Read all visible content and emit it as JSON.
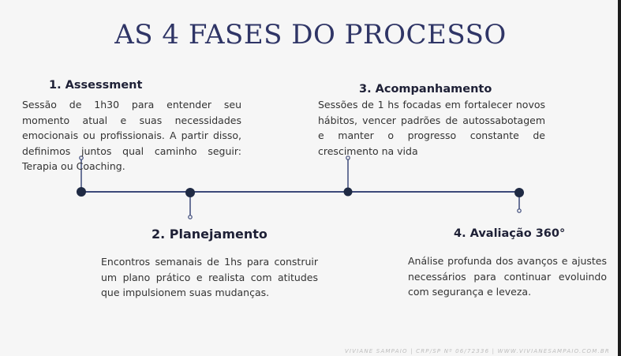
{
  "title": "AS 4 FASES DO PROCESSO",
  "phases": [
    {
      "heading": "1. Assessment",
      "text": "Sessão de 1h30 para entender seu momento atual e suas necessidades emocionais ou profissionais. A partir disso, definimos juntos qual caminho seguir: Terapia ou Coaching."
    },
    {
      "heading": "2. Planejamento",
      "text": "Encontros semanais de 1hs para construir um plano prático e realista com atitudes que impulsionem suas mudanças."
    },
    {
      "heading": "3. Acompanhamento",
      "text": "Sessões de 1 hs focadas em fortalecer novos hábitos, vencer padrões de autossabotagem e manter o progresso constante de crescimento na vida"
    },
    {
      "heading": "4. Avaliação 360°",
      "text": "Análise profunda dos avanços e ajustes necessários para continuar evoluindo com segurança e leveza."
    }
  ],
  "footer": "VIVIANE SAMPAIO | CRP/SP Nº 06/72336 | WWW.VIVIANESAMPAIO.COM.BR",
  "colors": {
    "title": "#2f3566",
    "timeline": "#3d4a7a",
    "node": "#1f2a44"
  }
}
